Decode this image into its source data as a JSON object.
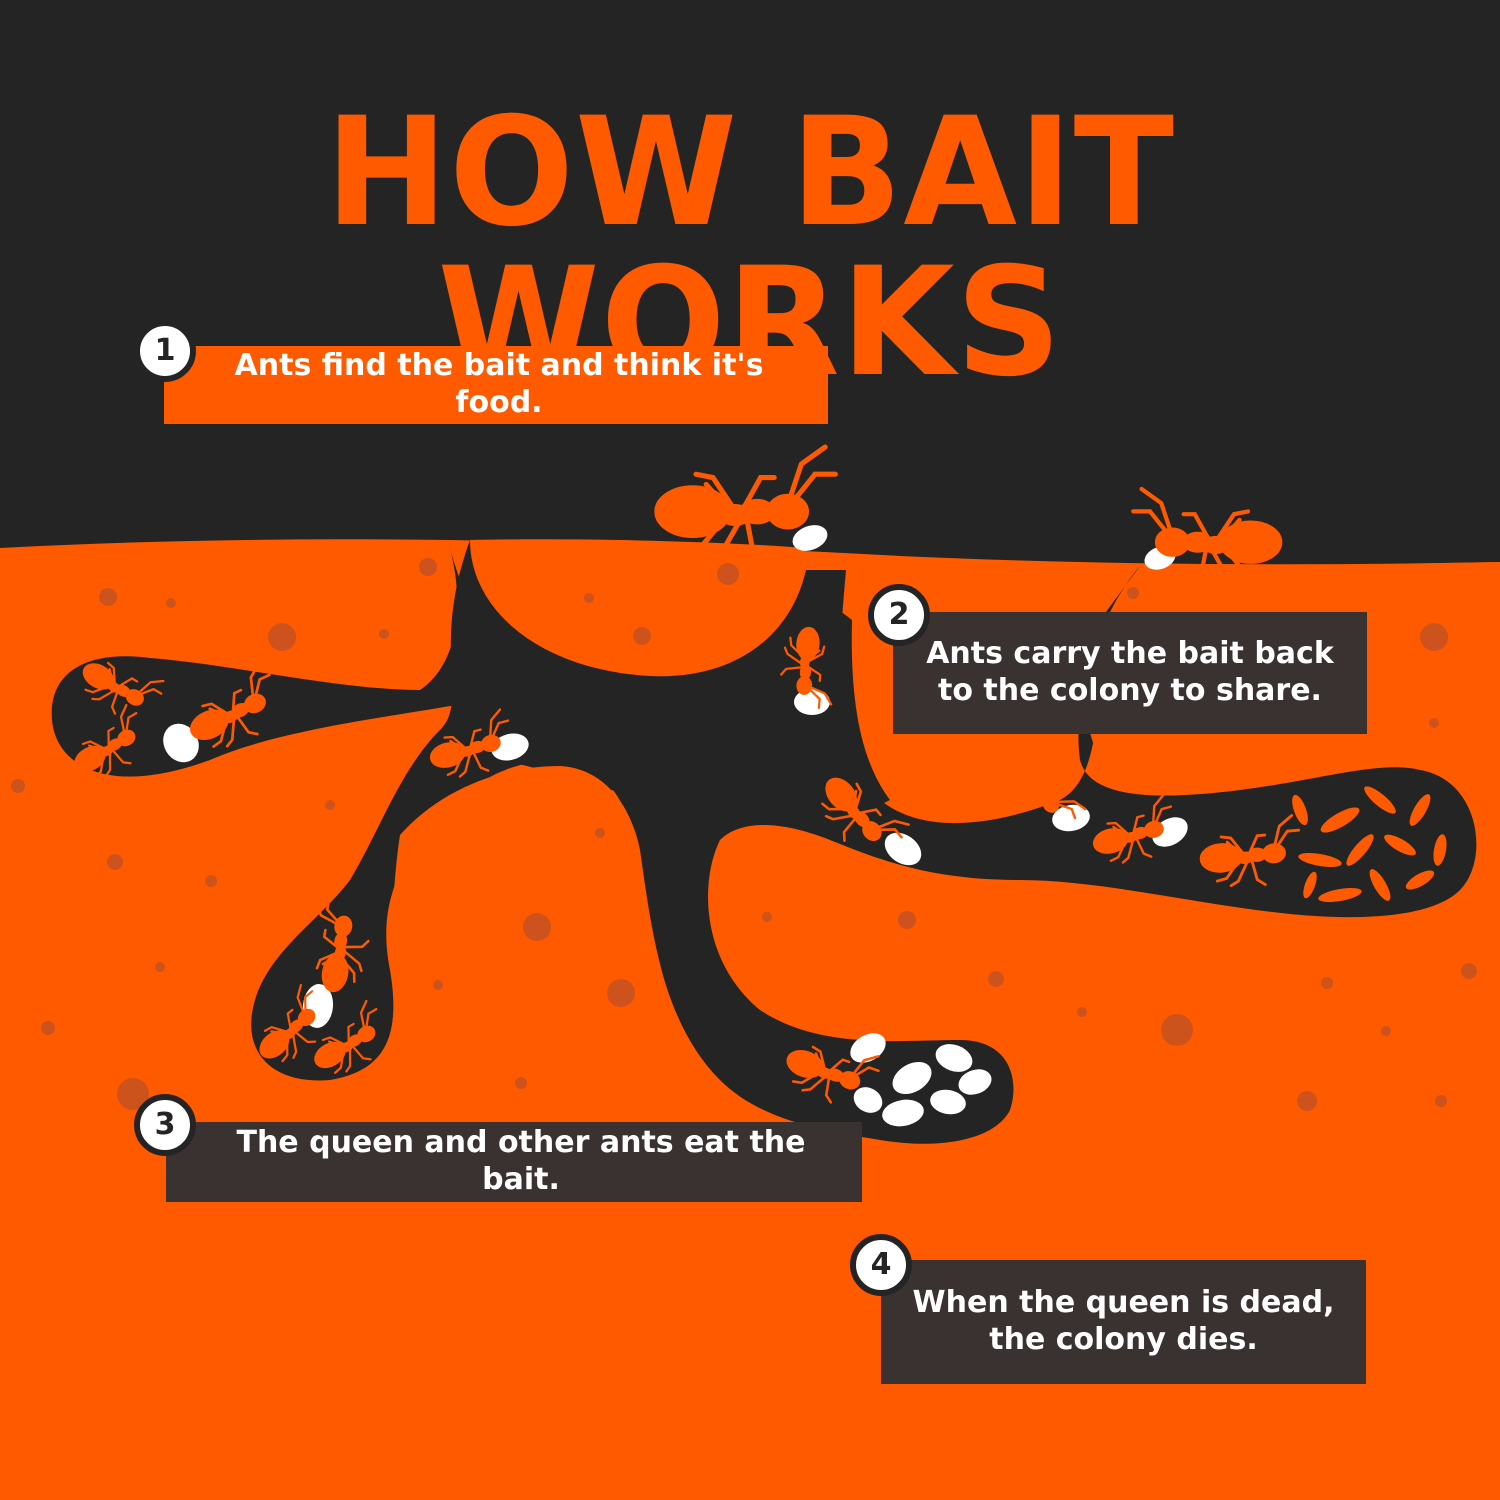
{
  "title": "HOW BAIT WORKS",
  "steps": [
    {
      "number": "1",
      "text": "Ants find the bait and think it's food."
    },
    {
      "number": "2",
      "text": "Ants carry the bait back to the colony to share."
    },
    {
      "number": "3",
      "text": "The queen and other ants eat the bait."
    },
    {
      "number": "4",
      "text": "When the queen is dead, the colony dies."
    }
  ],
  "colors": {
    "sky": "#252424",
    "soil": "#ff5a00",
    "tunnel": "#252424",
    "title": "#ff5a00",
    "ant": "#ff5a00",
    "bait": "#ffffff",
    "pebble": "#b8502a",
    "step_box_highlight": "#ff5a00",
    "step_box_dark": "#3a3230",
    "queen_eggs": "#ff5a00"
  },
  "icons": {
    "ant": "ant-icon",
    "bait": "bait-pellet-icon",
    "step_marker": "number-circle-icon",
    "eggs": "egg-icon"
  }
}
